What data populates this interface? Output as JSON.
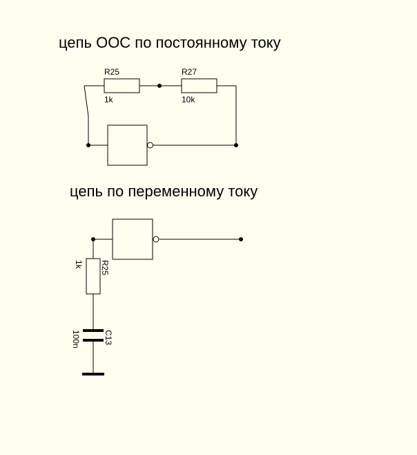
{
  "diagram": {
    "dc_circuit": {
      "title": "цепь ООС по постоянному току",
      "r25": {
        "ref": "R25",
        "value": "1k"
      },
      "r27": {
        "ref": "R27",
        "value": "10k"
      }
    },
    "ac_circuit": {
      "title": "цепь по переменному току",
      "r25": {
        "ref": "R25",
        "value": "1k"
      },
      "c13": {
        "ref": "C13",
        "value": "100n"
      }
    }
  }
}
